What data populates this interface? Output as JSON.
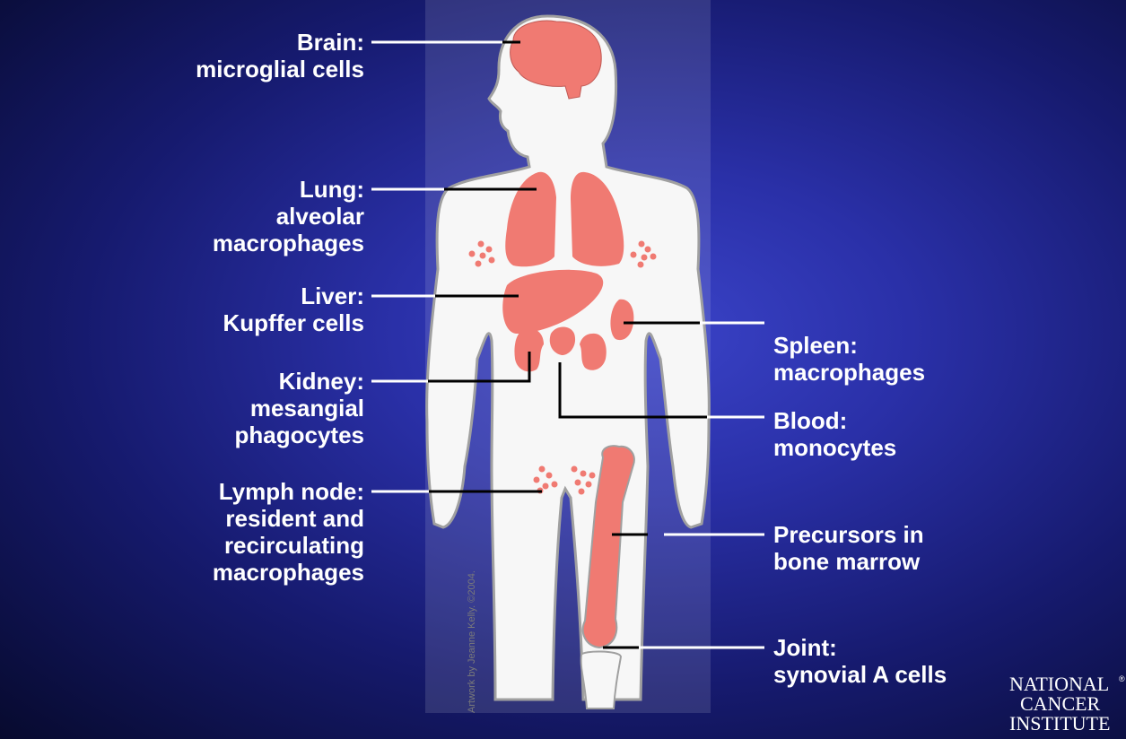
{
  "labels": {
    "brain": {
      "name": "Brain:",
      "cells": "microglial cells"
    },
    "lung": {
      "name": "Lung:",
      "cells_1": "alveolar",
      "cells_2": "macrophages"
    },
    "liver": {
      "name": "Liver:",
      "cells": "Kupffer cells"
    },
    "kidney": {
      "name": "Kidney:",
      "cells_1": "mesangial",
      "cells_2": "phagocytes"
    },
    "lymph": {
      "name": "Lymph node:",
      "cells_1": "resident and",
      "cells_2": "recirculating",
      "cells_3": "macrophages"
    },
    "spleen": {
      "name": "Spleen:",
      "cells": "macrophages"
    },
    "blood": {
      "name": "Blood:",
      "cells": "monocytes"
    },
    "marrow": {
      "name": "Precursors in",
      "cells": "bone marrow"
    },
    "joint": {
      "name": "Joint:",
      "cells": "synovial A cells"
    }
  },
  "credit": "Artwork by Jeanne Kelly. ©2004.",
  "logo": {
    "line1": "NATIONAL",
    "line2": "CANCER",
    "line3": "INSTITUTE",
    "mark": "®"
  },
  "colors": {
    "organ": "#f07a72",
    "body": "#f7f7f7",
    "outline": "#999999",
    "background": "#2a30a8"
  }
}
